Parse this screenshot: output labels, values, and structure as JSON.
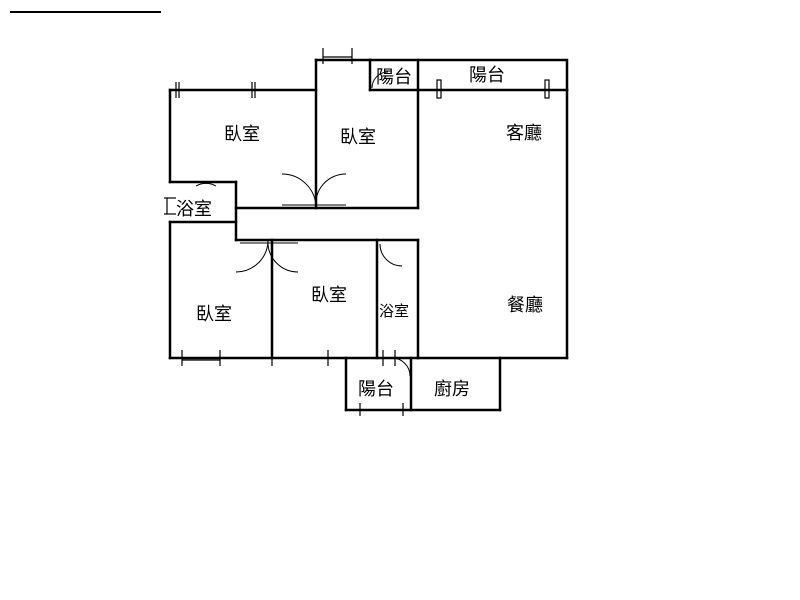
{
  "rooms": {
    "bedroom_top_left": "臥室",
    "bedroom_top_middle": "臥室",
    "bedroom_bottom_left": "臥室",
    "bedroom_bottom_middle": "臥室",
    "bathroom_left": "浴室",
    "bathroom_right": "浴室",
    "balcony_top_small": "陽台",
    "balcony_top_large": "陽台",
    "balcony_bottom": "陽台",
    "living_room": "客廳",
    "dining_room": "餐廳",
    "kitchen": "廚房"
  }
}
